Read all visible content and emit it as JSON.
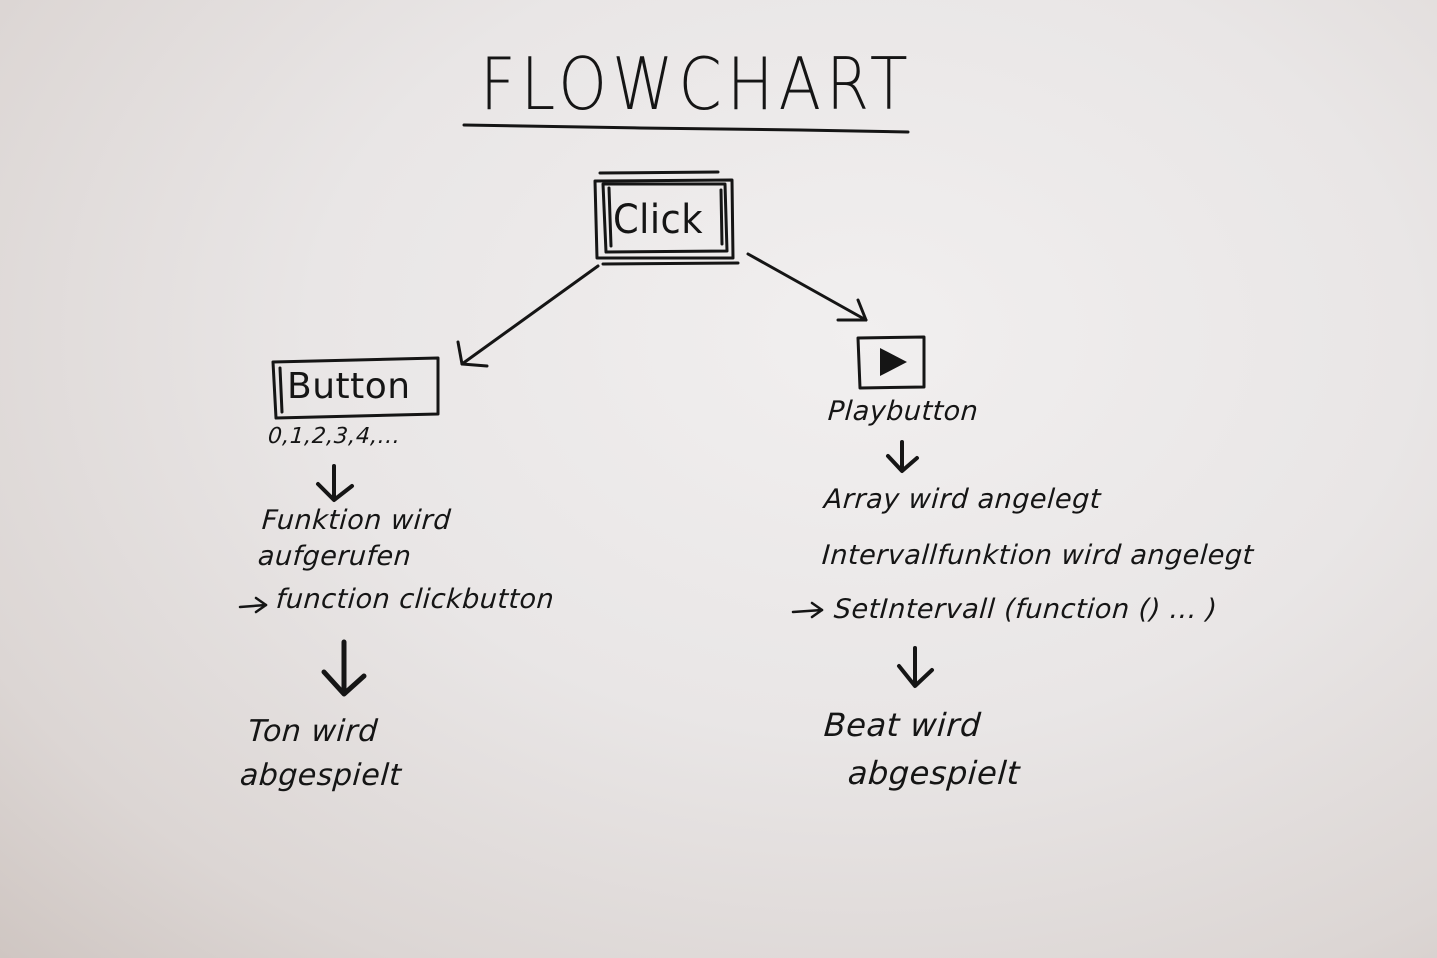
{
  "title": "FLOWCHART",
  "start": {
    "label": "Click"
  },
  "left_branch": {
    "box_label": "Button",
    "sub_label": "0,1,2,3,4,...",
    "step1_line1": "Funktion wird",
    "step1_line2": "aufgerufen",
    "step1_line3": "function clickbutton",
    "step2_line1": "Ton wird",
    "step2_line2": "abgespielt"
  },
  "right_branch": {
    "icon": "play-icon",
    "box_label": "Playbutton",
    "step1_line1": "Array wird angelegt",
    "step1_line2": "Intervallfunktion wird angelegt",
    "step1_line3": "SetIntervall (function () ...     )",
    "step2_line1": "Beat wird",
    "step2_line2": "abgespielt"
  },
  "colors": {
    "ink": "#151515",
    "background": "#ebe8e8"
  }
}
